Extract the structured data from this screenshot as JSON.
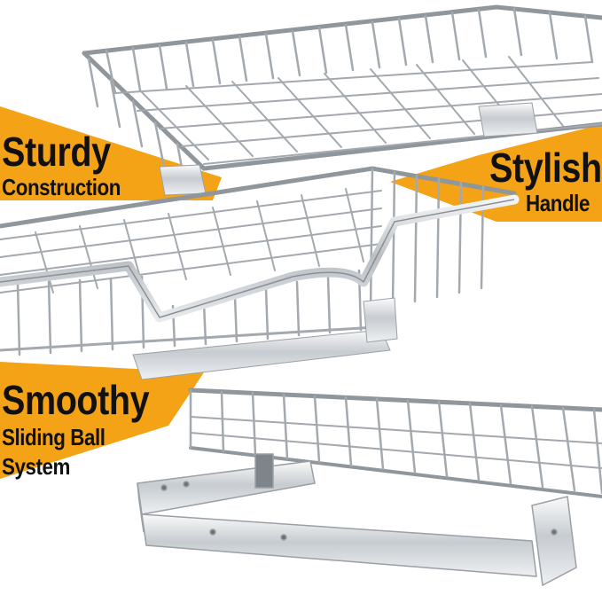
{
  "colors": {
    "accent": "#F5A316",
    "text": "#111111",
    "wire": "#9aa0a6",
    "background": "#ffffff"
  },
  "callouts": {
    "sturdy": {
      "title": "Sturdy",
      "subtitle": "Construction"
    },
    "stylish": {
      "title": "Stylish",
      "subtitle": "Handle"
    },
    "smoothy": {
      "title": "Smoothy",
      "subtitle_line1": "Sliding Ball",
      "subtitle_line2": "System"
    }
  }
}
